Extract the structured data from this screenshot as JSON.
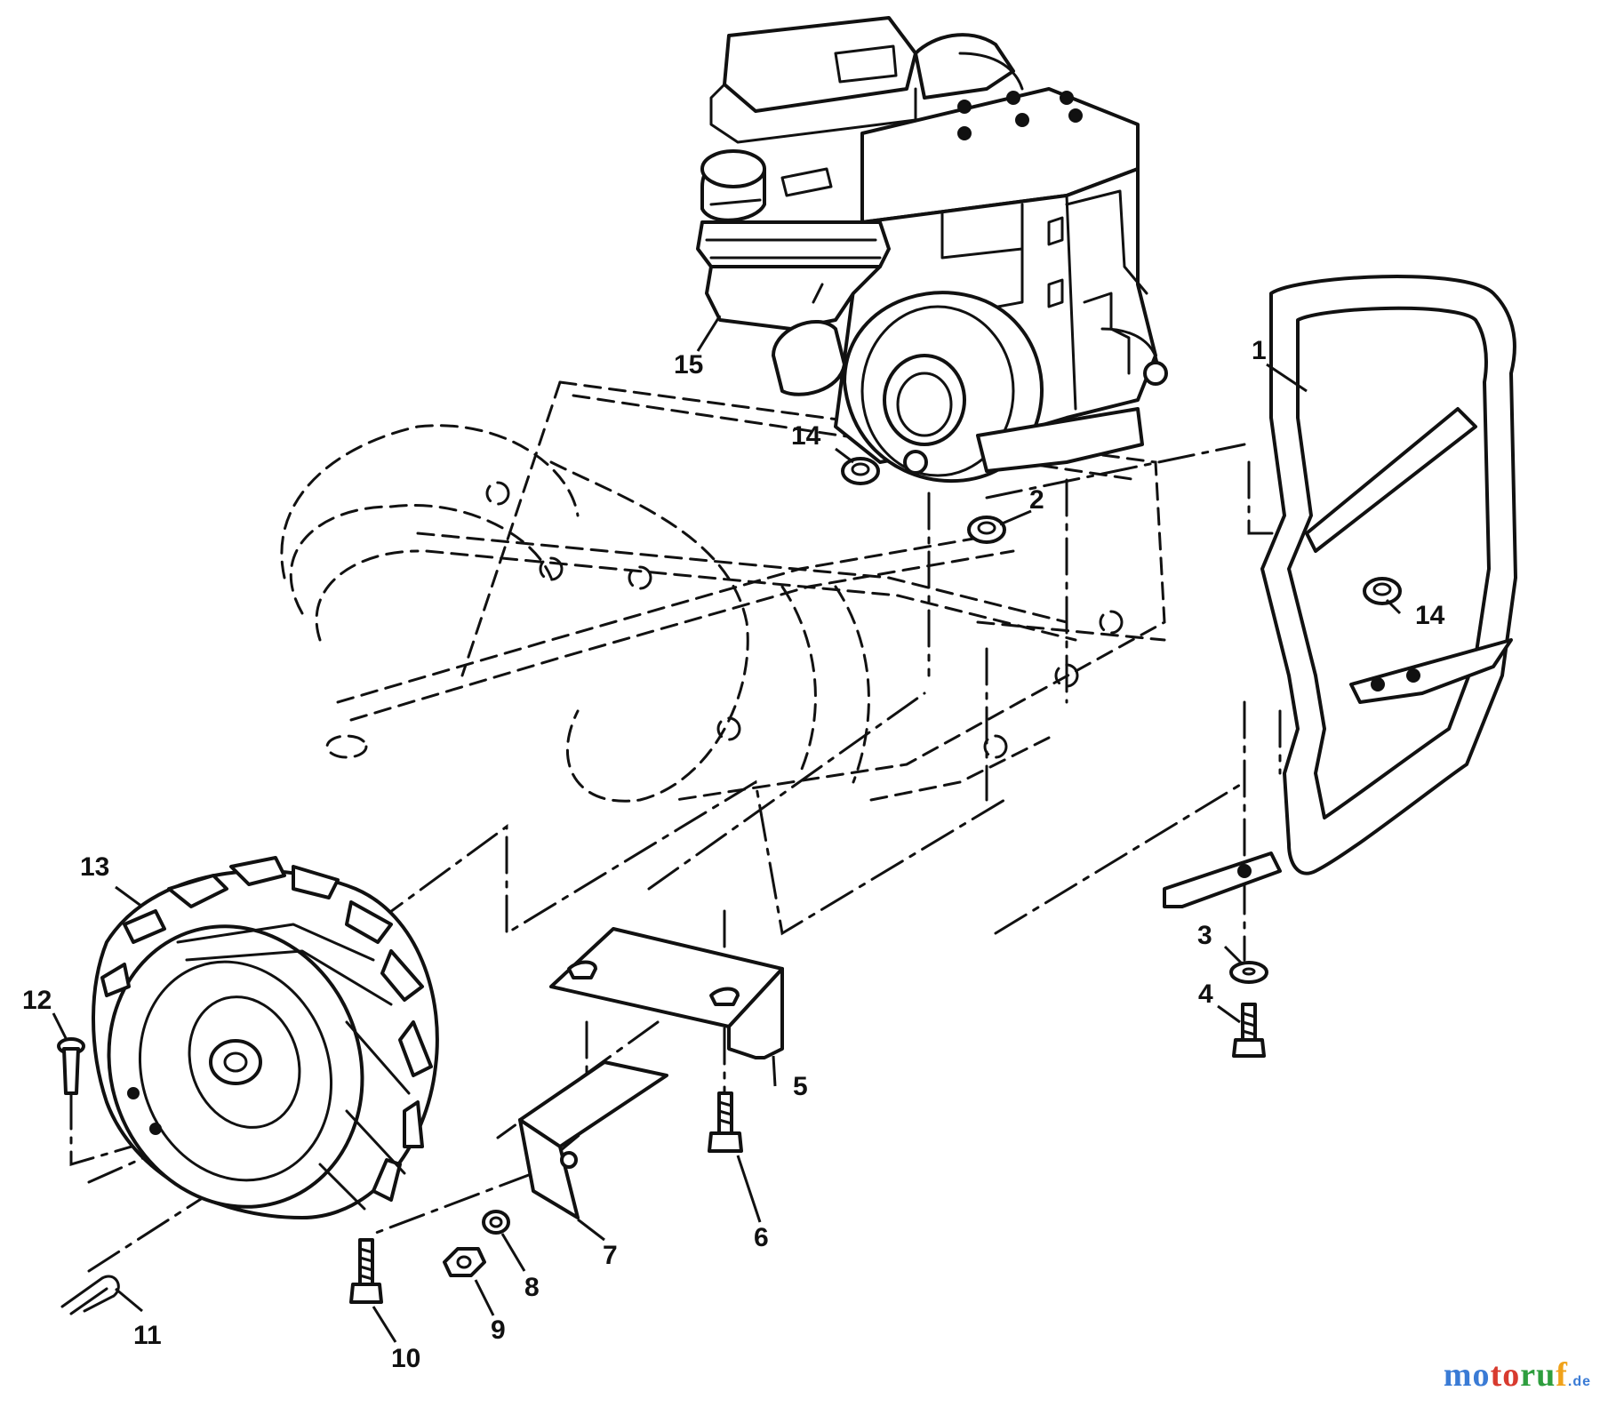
{
  "diagram": {
    "parts": [
      {
        "number": "1",
        "item": "front-bumper-frame"
      },
      {
        "number": "2",
        "item": "nut"
      },
      {
        "number": "3",
        "item": "washer"
      },
      {
        "number": "4",
        "item": "bolt"
      },
      {
        "number": "5",
        "item": "bracket"
      },
      {
        "number": "6",
        "item": "bolt"
      },
      {
        "number": "7",
        "item": "shield-plate"
      },
      {
        "number": "8",
        "item": "lock-washer"
      },
      {
        "number": "9",
        "item": "nut"
      },
      {
        "number": "10",
        "item": "bolt"
      },
      {
        "number": "11",
        "item": "hair-pin-clip"
      },
      {
        "number": "12",
        "item": "clevis-pin"
      },
      {
        "number": "13",
        "item": "wheel-and-tire"
      },
      {
        "number": "14",
        "item": "nut"
      },
      {
        "number": "15",
        "item": "engine"
      }
    ],
    "labels": {
      "l1": "1",
      "l2": "2",
      "l3": "3",
      "l4": "4",
      "l5": "5",
      "l6": "6",
      "l7": "7",
      "l8": "8",
      "l9": "9",
      "l10": "10",
      "l11": "11",
      "l12": "12",
      "l13": "13",
      "l14a": "14",
      "l14b": "14",
      "l15": "15"
    }
  },
  "watermark": {
    "part1": "mo",
    "part2": "to",
    "part3": "ru",
    "part4": "f",
    "tld": ".de"
  },
  "colors": {
    "line": "#111111",
    "background": "#ffffff",
    "watermark_blue": "#3a7bd5",
    "watermark_red": "#d83a2e",
    "watermark_green": "#2e9e3e",
    "watermark_orange": "#f0a21a"
  }
}
